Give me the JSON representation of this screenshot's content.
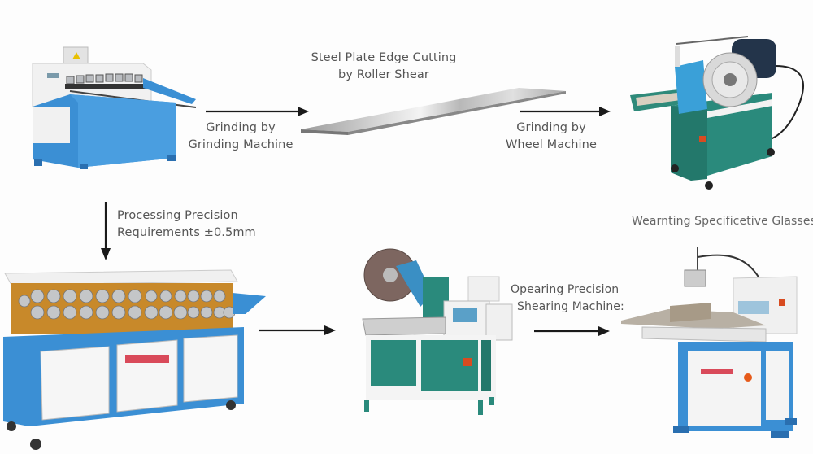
{
  "diagram": {
    "type": "process-flow",
    "colors": {
      "background": "#fdfdfd",
      "text": "#555555",
      "arrow": "#1a1a1a",
      "machine_blue": "#3b8fd4",
      "machine_teal": "#2a8a7c",
      "machine_white": "#f2f2f2",
      "roller_orange": "#c8892a",
      "steel": "#c8c8c8"
    },
    "nodes": [
      {
        "id": "grinding-machine",
        "image": "blue-edge-grinding-machine",
        "label": ""
      },
      {
        "id": "steel-plate",
        "image": "steel-plate",
        "label": "Steel Plate Edge Cutting\nby Roller Shear"
      },
      {
        "id": "wheel-machine",
        "image": "teal-wheel-grinding-machine",
        "label": ""
      },
      {
        "id": "roll-forming-machine",
        "image": "blue-roll-forming-machine",
        "label": ""
      },
      {
        "id": "shearing-machine",
        "image": "teal-precision-shearing-machine",
        "label": ""
      },
      {
        "id": "final-machine",
        "image": "blue-white-cutting-machine",
        "label": "Wearnting Specificetive Glasses"
      }
    ],
    "edges": [
      {
        "from": "grinding-machine",
        "to": "steel-plate",
        "label": "Grinding by\nGrinding Machine"
      },
      {
        "from": "steel-plate",
        "to": "wheel-machine",
        "label": "Grinding by\nWheel Machine"
      },
      {
        "from": "grinding-machine",
        "to": "roll-forming-machine",
        "label": "Processing Precision\nRequirements ±0.5mm"
      },
      {
        "from": "roll-forming-machine",
        "to": "shearing-machine",
        "label": ""
      },
      {
        "from": "shearing-machine",
        "to": "final-machine",
        "label": "Opearing Precision\nShearing Machine:"
      }
    ]
  },
  "labels": {
    "steel_plate_line1": "Steel Plate Edge Cutting",
    "steel_plate_line2": "by Roller Shear",
    "edge1_line1": "Grinding by",
    "edge1_line2": "Grinding Machine",
    "edge2_line1": "Grinding by",
    "edge2_line2": "Wheel Machine",
    "down_line1": "Processing Precision",
    "down_line2": "Requirements ±0.5mm",
    "glasses": "Wearnting Specificetive Glasses",
    "shear_line1": "Opearing Precision",
    "shear_line2": "Shearing Machine:"
  }
}
